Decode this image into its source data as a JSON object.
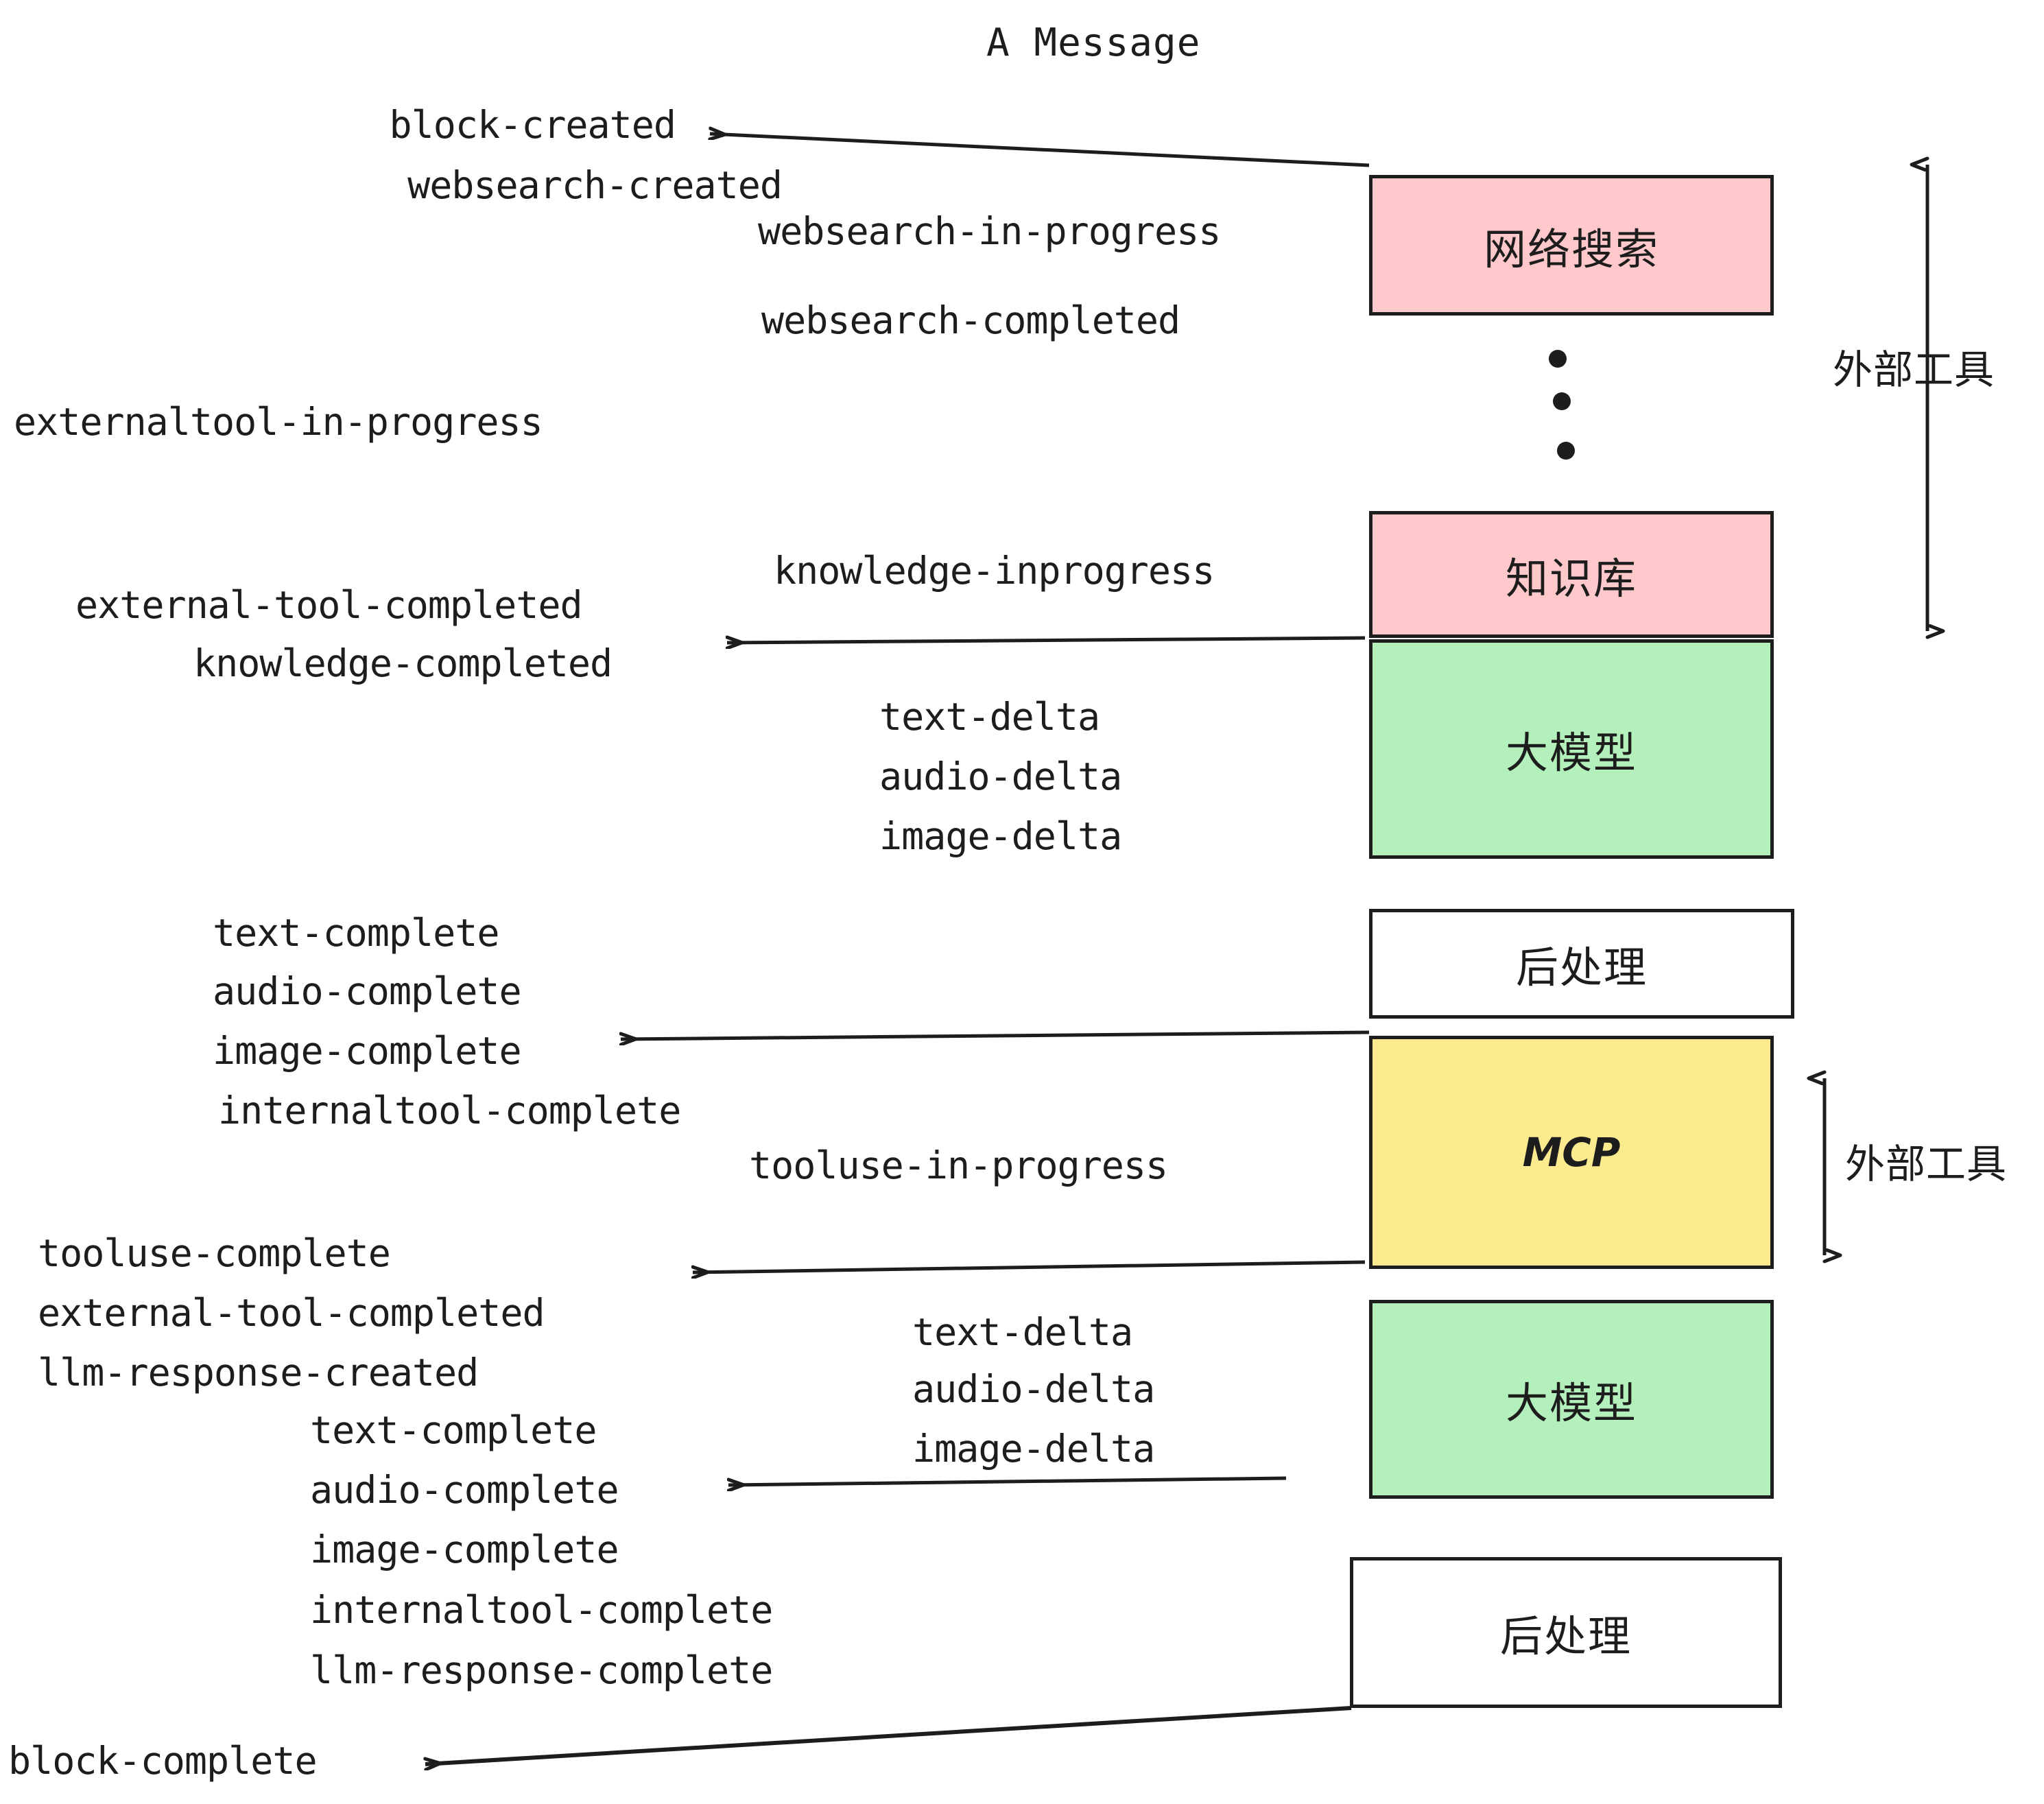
{
  "title": "A Message",
  "colors": {
    "pink": "#FFC9CB",
    "green": "#B3F0BC",
    "yellow": "#FCEB8E",
    "white": "#FFFFFF",
    "stroke": "#1D1D1D"
  },
  "nodes": [
    {
      "id": "websearch",
      "label": "网络搜索",
      "fill": "#FFC9CB"
    },
    {
      "id": "knowledge",
      "label": "知识库",
      "fill": "#FFC9CB"
    },
    {
      "id": "llm-top",
      "label": "大模型",
      "fill": "#B3F0BC"
    },
    {
      "id": "post-top",
      "label": "后处理",
      "fill": "#FFFFFF"
    },
    {
      "id": "mcp",
      "label": "MCP",
      "fill": "#FCEB8E"
    },
    {
      "id": "llm-bottom",
      "label": "大模型",
      "fill": "#B3F0BC"
    },
    {
      "id": "post-bottom",
      "label": "后处理",
      "fill": "#FFFFFF"
    }
  ],
  "side_labels": [
    {
      "id": "external-tools-top",
      "text": "外部工具"
    },
    {
      "id": "external-tools-bottom",
      "text": "外部工具"
    }
  ],
  "events": {
    "block_created": "block-created",
    "websearch_created": "websearch-created",
    "websearch_in_progress": "websearch-in-progress",
    "websearch_completed": "websearch-completed",
    "externaltool_in_progress": "externaltool-in-progress",
    "knowledge_inprogress": "knowledge-inprogress",
    "external_tool_completed_1": "external-tool-completed",
    "knowledge_completed": "knowledge-completed",
    "text_delta_1": "text-delta",
    "audio_delta_1": "audio-delta",
    "image_delta_1": "image-delta",
    "text_complete_1": "text-complete",
    "audio_complete_1": "audio-complete",
    "image_complete_1": "image-complete",
    "internaltool_complete_1": "internaltool-complete",
    "tooluse_in_progress": "tooluse-in-progress",
    "tooluse_complete": "tooluse-complete",
    "external_tool_completed_2": "external-tool-completed",
    "llm_response_created": "llm-response-created",
    "text_delta_2": "text-delta",
    "audio_delta_2": "audio-delta",
    "image_delta_2": "image-delta",
    "text_complete_2": "text-complete",
    "audio_complete_2": "audio-complete",
    "image_complete_2": "image-complete",
    "internaltool_complete_2": "internaltool-complete",
    "llm_response_complete": "llm-response-complete",
    "block_complete": "block-complete"
  }
}
